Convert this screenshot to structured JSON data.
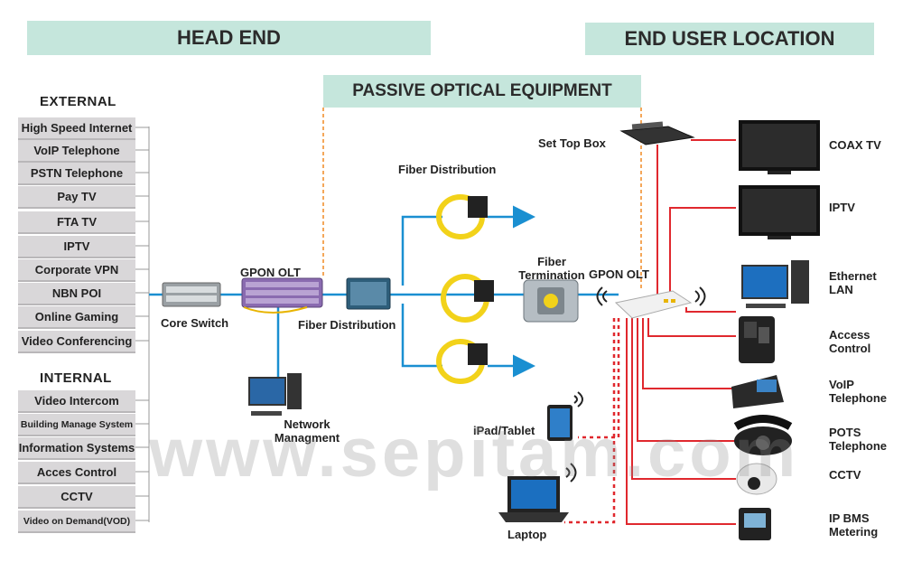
{
  "banners": {
    "head_end": "HEAD END",
    "end_user": "END  USER LOCATION",
    "passive": "PASSIVE OPTICAL EQUIPMENT"
  },
  "external": {
    "heading": "EXTERNAL",
    "items": [
      "High Speed Internet",
      "VoIP Telephone",
      "PSTN Telephone",
      "Pay TV",
      "FTA TV",
      "IPTV",
      "Corporate VPN",
      "NBN POI",
      "Online Gaming",
      "Video Conferencing"
    ]
  },
  "internal": {
    "heading": "INTERNAL",
    "items": [
      "Video Intercom",
      "Building Manage System",
      "Information Systems",
      "Acces Control",
      "CCTV",
      "Video on Demand(VOD)"
    ]
  },
  "devices": {
    "core_switch": "Core Switch",
    "gpon_olt_head": "GPON OLT",
    "fiber_distribution_main": "Fiber Distribution",
    "fiber_distribution_top": "Fiber Distribution",
    "network_management": [
      "Network",
      "Managment"
    ],
    "fiber_termination": [
      "Fiber",
      "Termination"
    ],
    "gpon_olt_user": "GPON OLT",
    "set_top_box": "Set Top Box",
    "ipad": "iPad/Tablet",
    "laptop": "Laptop"
  },
  "endpoints": [
    {
      "label": [
        "COAX TV"
      ]
    },
    {
      "label": [
        "IPTV"
      ]
    },
    {
      "label": [
        "Ethernet",
        "LAN"
      ]
    },
    {
      "label": [
        "Access",
        "Control"
      ]
    },
    {
      "label": [
        "VoIP",
        "Telephone"
      ]
    },
    {
      "label": [
        "POTS",
        "Telephone"
      ]
    },
    {
      "label": [
        "CCTV"
      ]
    },
    {
      "label": [
        "IP BMS",
        "Metering"
      ]
    }
  ],
  "watermark": "www.sepitam.com",
  "colors": {
    "banner": "#c5e6dc",
    "service_box": "#d9d7d9",
    "fiber_blue": "#1a8fd1",
    "copper_red": "#e0282e",
    "dashed_orange": "#f08a24",
    "olt_purple": "#8a6bb0",
    "fiber_yellow": "#f2d21a"
  }
}
